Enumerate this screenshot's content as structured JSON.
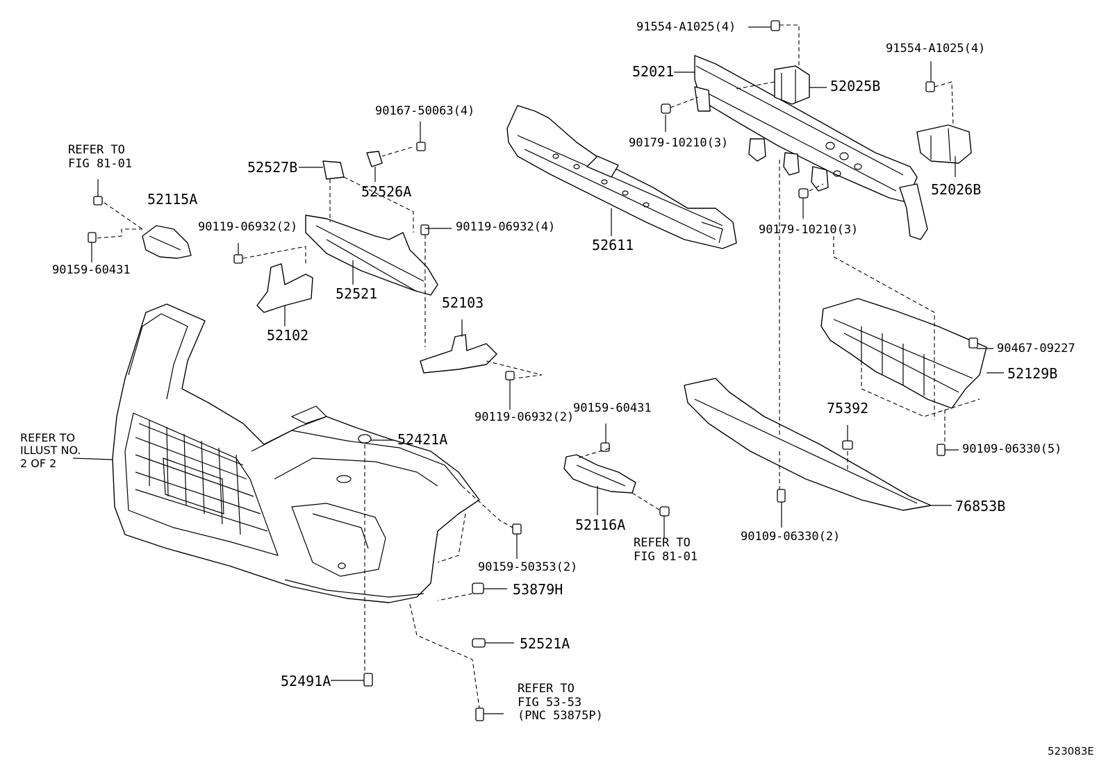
{
  "diagram": {
    "figure_id": "523083E",
    "parts": [
      {
        "id": "p-91554-a1025-top",
        "text": "91554-A1025(4)"
      },
      {
        "id": "p-91554-a1025-right",
        "text": "91554-A1025(4)"
      },
      {
        "id": "p-52021",
        "text": "52021"
      },
      {
        "id": "p-52025b",
        "text": "52025B"
      },
      {
        "id": "p-90179-10210-a",
        "text": "90179-10210(3)"
      },
      {
        "id": "p-90179-10210-b",
        "text": "90179-10210(3)"
      },
      {
        "id": "p-52026b",
        "text": "52026B"
      },
      {
        "id": "p-90167-50063",
        "text": "90167-50063(4)"
      },
      {
        "id": "p-52527b",
        "text": "52527B"
      },
      {
        "id": "p-52526a",
        "text": "52526A"
      },
      {
        "id": "p-52611",
        "text": "52611"
      },
      {
        "id": "p-52115a",
        "text": "52115A"
      },
      {
        "id": "p-90159-60431-a",
        "text": "90159-60431"
      },
      {
        "id": "p-90119-06932-2a",
        "text": "90119-06932(2)"
      },
      {
        "id": "p-90119-06932-4",
        "text": "90119-06932(4)"
      },
      {
        "id": "p-52521",
        "text": "52521"
      },
      {
        "id": "p-52102",
        "text": "52102"
      },
      {
        "id": "p-52103",
        "text": "52103"
      },
      {
        "id": "p-90119-06932-2b",
        "text": "90119-06932(2)"
      },
      {
        "id": "p-90467-09227",
        "text": "90467-09227"
      },
      {
        "id": "p-52129b",
        "text": "52129B"
      },
      {
        "id": "p-75392",
        "text": "75392"
      },
      {
        "id": "p-90109-06330-5",
        "text": "90109-06330(5)"
      },
      {
        "id": "p-76853b",
        "text": "76853B"
      },
      {
        "id": "p-90109-06330-2",
        "text": "90109-06330(2)"
      },
      {
        "id": "p-90159-60431-b",
        "text": "90159-60431"
      },
      {
        "id": "p-52116a",
        "text": "52116A"
      },
      {
        "id": "p-52421a",
        "text": "52421A"
      },
      {
        "id": "p-90159-50353",
        "text": "90159-50353(2)"
      },
      {
        "id": "p-53879h",
        "text": "53879H"
      },
      {
        "id": "p-52521a",
        "text": "52521A"
      },
      {
        "id": "p-52491a",
        "text": "52491A"
      }
    ],
    "notes": [
      {
        "id": "n-fig81-left",
        "text": "REFER TO\nFIG 81-01"
      },
      {
        "id": "n-fig81-mid",
        "text": "REFER TO\nFIG 81-01"
      },
      {
        "id": "n-illust",
        "text": "REFER TO\nILLUST NO.\n2 OF 2"
      },
      {
        "id": "n-fig53",
        "text": "REFER TO\nFIG 53-53\n(PNC 53875P)"
      }
    ]
  }
}
